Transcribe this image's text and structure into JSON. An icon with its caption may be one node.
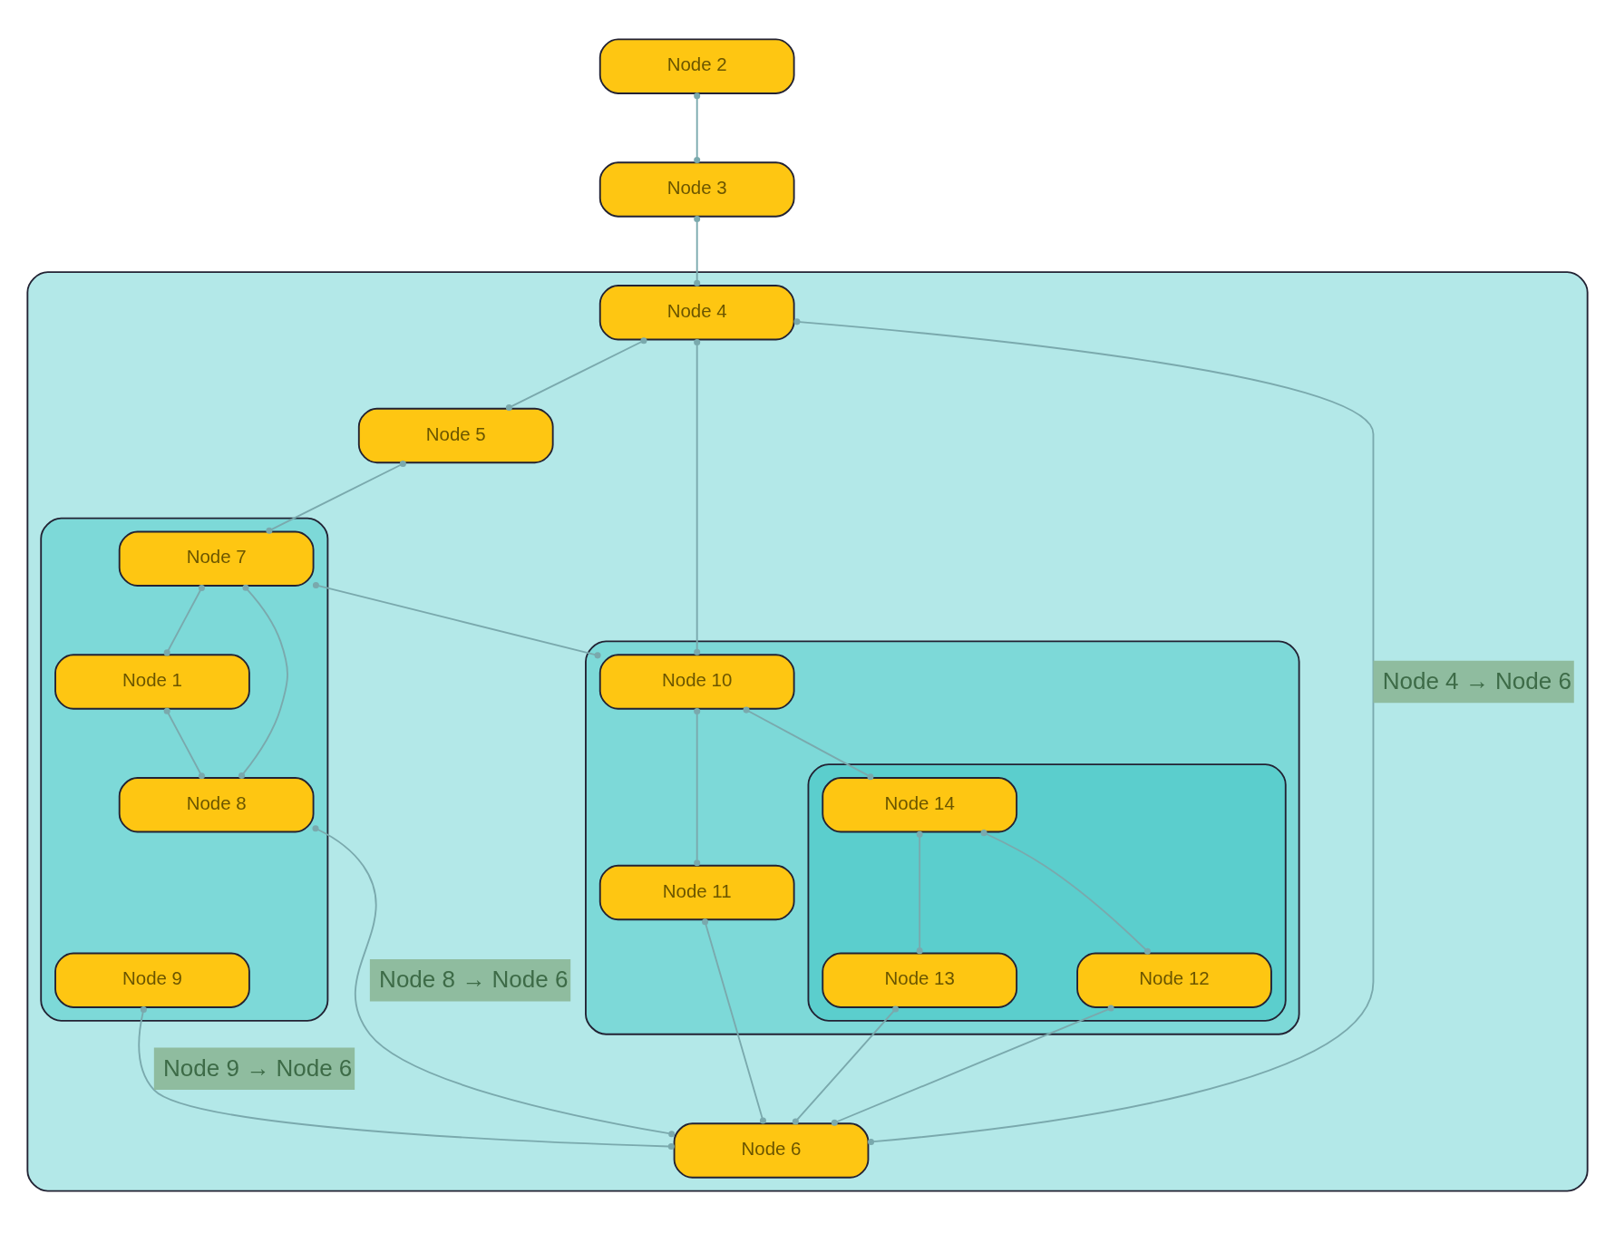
{
  "diagram": {
    "nodes": [
      {
        "text": [
          "Node 2"
        ]
      },
      {
        "text": [
          "Node 3"
        ]
      },
      {
        "text": [],
        "shape": "box"
      },
      {
        "text": [
          "Node 4"
        ],
        "in": 2
      },
      {
        "text": [
          "Node 5"
        ],
        "in": 2
      },
      {
        "text": [],
        "shape": "box",
        "in": 2
      },
      {
        "text": [
          "Node 7"
        ],
        "in": 5
      },
      {
        "text": [
          "Node 1"
        ],
        "in": 5
      },
      {
        "text": [
          "Node 8"
        ],
        "in": 5
      },
      {
        "text": [
          "Node 9"
        ],
        "in": 5
      },
      {
        "text": [],
        "shape": "box",
        "in": 2
      },
      {
        "text": [
          "Node 10"
        ],
        "in": 10
      },
      {
        "text": [],
        "shape": "box",
        "in": 10
      },
      {
        "text": [
          "Node 14"
        ],
        "in": 12
      },
      {
        "text": [
          "Node 13"
        ],
        "in": 12
      },
      {
        "text": [
          "Node 12"
        ],
        "in": 12
      },
      {
        "text": [
          "Node 11"
        ],
        "in": 10
      },
      {
        "text": [
          "Node 6"
        ],
        "in": 2
      }
    ],
    "edges": [
      {
        "from": 0,
        "to": 1,
        "arrow": "other"
      },
      {
        "from": 1,
        "to": 3,
        "arrow": "other"
      },
      {
        "from": 3,
        "to": 17,
        "arrow": "other",
        "label": "Node 4 → Node 6"
      },
      {
        "from": 3,
        "to": 11,
        "arrow": "other"
      },
      {
        "from": 3,
        "to": 4,
        "arrow": "other"
      },
      {
        "from": 4,
        "to": 6,
        "arrow": "other"
      },
      {
        "from": 6,
        "to": 11,
        "arrow": "other"
      },
      {
        "from": 6,
        "to": 7,
        "arrow": "other"
      },
      {
        "from": 6,
        "to": 8,
        "arrow": "other"
      },
      {
        "from": 7,
        "to": 8,
        "arrow": "other"
      },
      {
        "from": 8,
        "to": 17,
        "arrow": "other",
        "label": "Node 8 → Node 6"
      },
      {
        "from": 9,
        "to": 17,
        "arrow": "other",
        "label": "Node 9 → Node 6"
      },
      {
        "from": 11,
        "to": 13,
        "arrow": "other"
      },
      {
        "from": 11,
        "to": 16,
        "arrow": "other"
      },
      {
        "from": 13,
        "to": 14,
        "arrow": "other"
      },
      {
        "from": 13,
        "to": 15,
        "arrow": "other"
      },
      {
        "from": 14,
        "to": 17,
        "arrow": "other"
      },
      {
        "from": 15,
        "to": 17,
        "arrow": "other"
      },
      {
        "from": 16,
        "to": 17,
        "arrow": "other"
      }
    ]
  }
}
